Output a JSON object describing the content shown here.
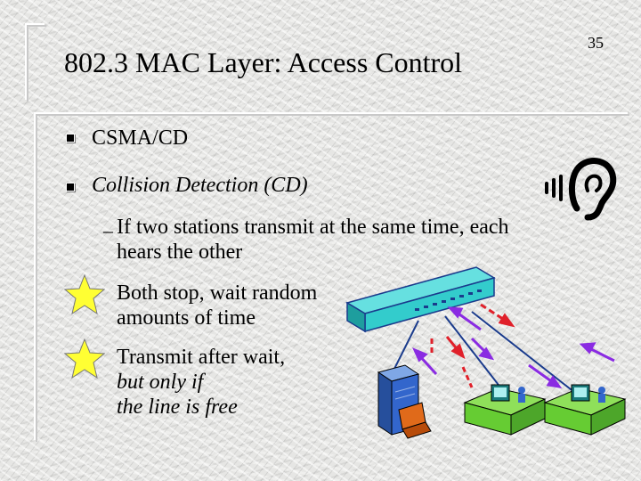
{
  "slide": {
    "number": "35",
    "title": "802.3 MAC Layer: Access Control"
  },
  "bullets": [
    {
      "text": "CSMA/CD"
    },
    {
      "text": "Collision Detection (CD)"
    }
  ],
  "sub_items": [
    {
      "lines": [
        "If two stations transmit at the same time, each",
        "hears the other"
      ]
    },
    {
      "lines": [
        "Both stop, wait random",
        "amounts of time"
      ]
    },
    {
      "lines": [
        "Transmit after wait,",
        "but only if",
        "the line is free"
      ]
    }
  ],
  "icons": {
    "sub_bullet_markers": [
      "dash-icon",
      "star-icon",
      "star-icon"
    ],
    "ear": "ear-icon",
    "hub": "network-hub-icon",
    "server": "server-computer-icon",
    "workstations": [
      "desktop-workstation-icon",
      "desktop-workstation-icon"
    ]
  },
  "colors": {
    "star": "#ffff33",
    "hub": "#33cccc",
    "desk": "#66cc33",
    "server": "#3366cc",
    "link": "#1a3b8c",
    "collision_arrow": "#e0202a",
    "retry_arrow": "#8a2be2"
  }
}
